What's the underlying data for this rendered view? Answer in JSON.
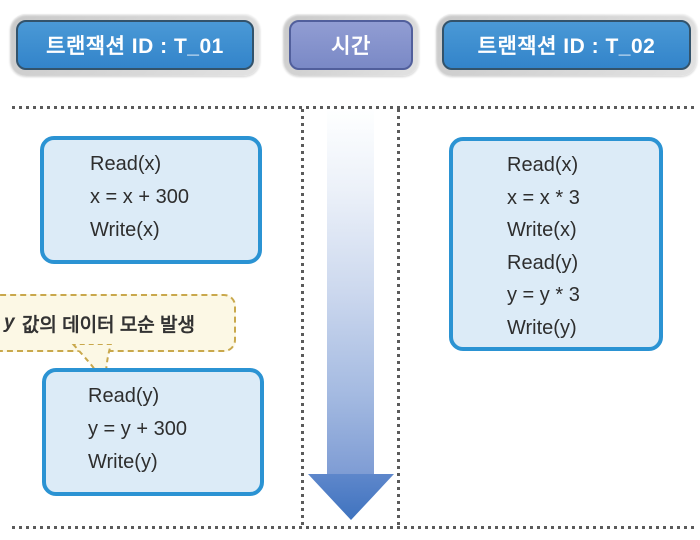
{
  "headers": {
    "t1_label": "트랜잭션 ID : T_01",
    "time_label": "시간",
    "t2_label": "트랜잭션 ID : T_02"
  },
  "transaction1": {
    "block1_lines": [
      "Read(x)",
      "x = x + 300",
      "Write(x)"
    ],
    "block2_lines": [
      "Read(y)",
      "y = y + 300",
      "Write(y)"
    ]
  },
  "transaction2": {
    "block1_lines": [
      "Read(x)",
      "x = x * 3",
      "Write(x)",
      "Read(y)",
      "y = y * 3",
      "Write(y)"
    ]
  },
  "callout": {
    "var": "y",
    "rest": " 값의 데이터 모순 발생"
  },
  "colors": {
    "header_blue": "#3a8ed0",
    "header_purple": "#8290cc",
    "code_box_fill": "#dcebf7",
    "code_box_border": "#2b93d3",
    "arrow_blue": "#4a7fc7",
    "callout_fill": "#fcf8e5",
    "callout_border": "#c9a84c",
    "dotted_line": "#5b5b5b"
  }
}
